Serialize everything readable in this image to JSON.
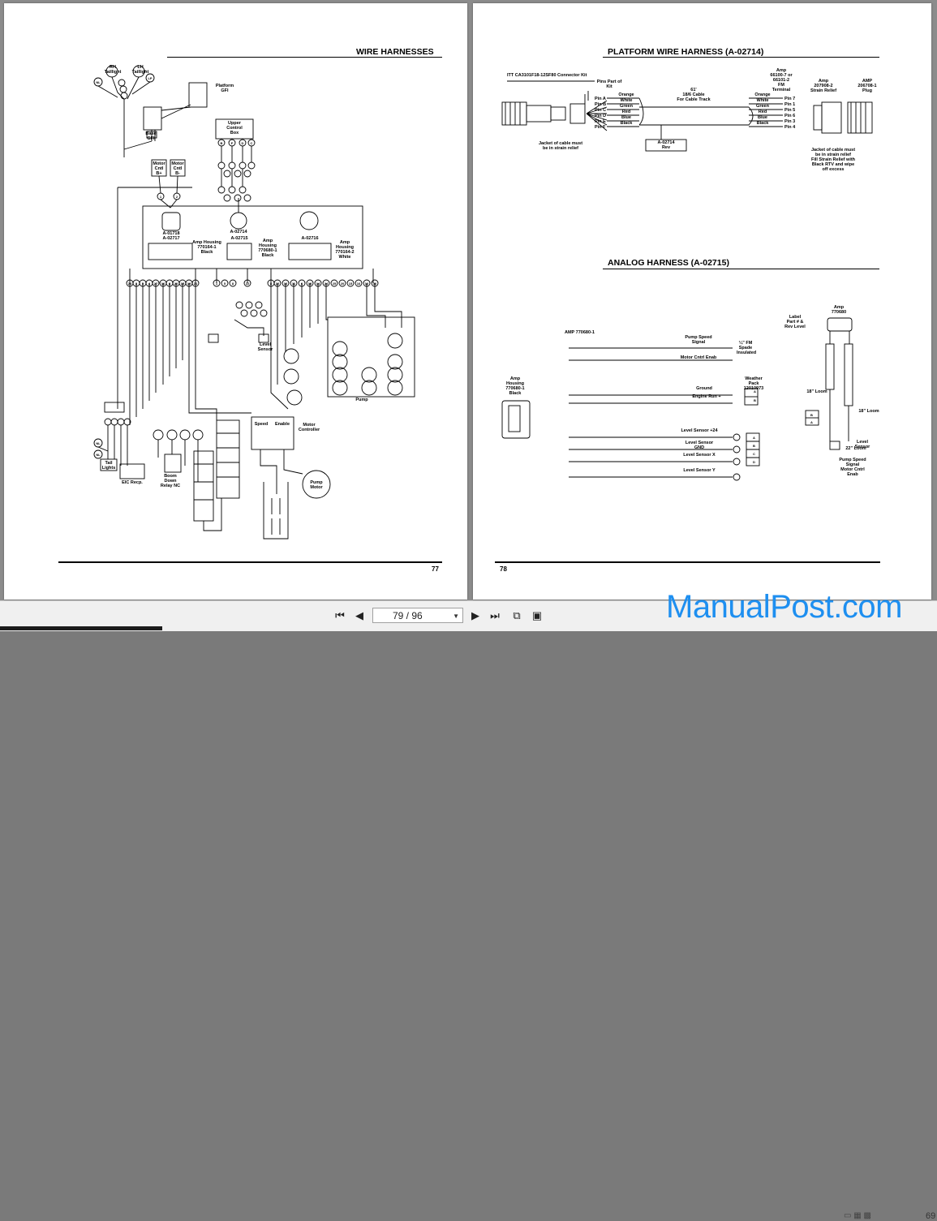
{
  "left_page": {
    "title": "WIRE HARNESSES",
    "page_number": "77",
    "labels": {
      "platform_gfi": "Platform\nGFI",
      "base_gfi": "Base\nGFI",
      "upper_control_box": "Upper\nControl\nBox",
      "motor_cntl_bplus": "Motor\nCntl\nB+",
      "motor_cntl_bminus": "Motor\nCntl\nB-",
      "conn_a01718": "A-01718\nA-02717",
      "conn_a02714": "A-02714",
      "conn_a02715": "A-02715",
      "conn_a02716": "A-02716",
      "amp_black_1": "Amp Housing\n770164-1\nBlack",
      "amp_black_2": "Amp\nHousing\n770680-1\nBlack",
      "amp_white": "Amp\nHousing\n770164-2\nWhite",
      "level_sensor": "Level\nSensor",
      "pump": "Pump",
      "motor_controller": "Motor\nController",
      "pump_motor": "Pump\nMotor",
      "boom_down_relay": "Boom\nDown\nRelay NC",
      "eic_recp": "EIC Recp.",
      "tail_lights": "Tail\nLights",
      "speed": "Speed",
      "enable": "Enable",
      "lh_taillight": "LH\nTaillight",
      "rh_taillight": "RH\nTaillight"
    }
  },
  "right_page": {
    "page_number": "78",
    "platform_title": "PLATFORM WIRE HARNESS (A-02714)",
    "analog_title": "ANALOG HARNESS (A-02715)",
    "platform_labels": {
      "itt_kit": "ITT CA3101F18-12SF80 Connector Kit",
      "pins_part_of_kit": "Pins Part of\nKit",
      "cable": "61'\n18/6 Cable\nFor Cable Track",
      "amp_fm_terminal": "Amp\n66100-7 or\n66101-2\nFM\nTerminal",
      "amp_strain_relief": "Amp\n207908-2\nStrain Relief",
      "amp_plug": "AMP\n206708-1\nPlug",
      "jacket_left": "Jacket of cable must\nbe in strain relief",
      "jacket_right": "Jacket of cable must\nbe in strain relief\nFill Strain Relief with\nBlack RTV and wipe\noff excess",
      "part_rev": "A-02714\nRev",
      "pins_left": [
        "Pin A",
        "Pin B",
        "Pin C",
        "Pin D",
        "Pin E",
        "Pin F"
      ],
      "pins_right": [
        "Pin 7",
        "Pin 1",
        "Pin 5",
        "Pin 6",
        "Pin 3",
        "Pin 4"
      ],
      "wire_colors": [
        "Orange",
        "White",
        "Green",
        "Red",
        "Blue",
        "Black"
      ]
    },
    "analog_labels": {
      "amp_black_housing": "Amp\nHousing\n770680-1\nBlack",
      "amp_770680": "Amp\n770680",
      "label_part": "Label\nPart # &\nRev Level",
      "amp_top": "AMP 770680-1",
      "pump_speed_signal": "Pump Speed\nSignal",
      "motor_cntrl_enab": "Motor Cntrl Enab",
      "ground": "Ground",
      "engine_run": "Engine Run +",
      "level_sensor_24": "Level Sensor +24",
      "level_sensor_gnd": "Level Sensor GND",
      "level_sensor_x": "Level Sensor X",
      "level_sensor_y": "Level Sensor Y",
      "weather_pack": "Weather Pack\n12010973",
      "fm_spade": "¼\" FM\nSpade\nInsulated",
      "loom_18": "18\" Loom",
      "loom_22": "22\" Loom",
      "level_sensor": "Level Sensor",
      "pump_speed_motor": "Pump Speed\nSignal\nMotor Cntrl Enab"
    }
  },
  "toolbar": {
    "page_indicator": "79 / 96",
    "watermark": "ManualPost.com",
    "edge_number": "69"
  },
  "icons": [
    "first-page-icon",
    "prev-page-icon",
    "next-page-icon",
    "last-page-icon",
    "fit-page-icon",
    "fit-width-icon"
  ]
}
